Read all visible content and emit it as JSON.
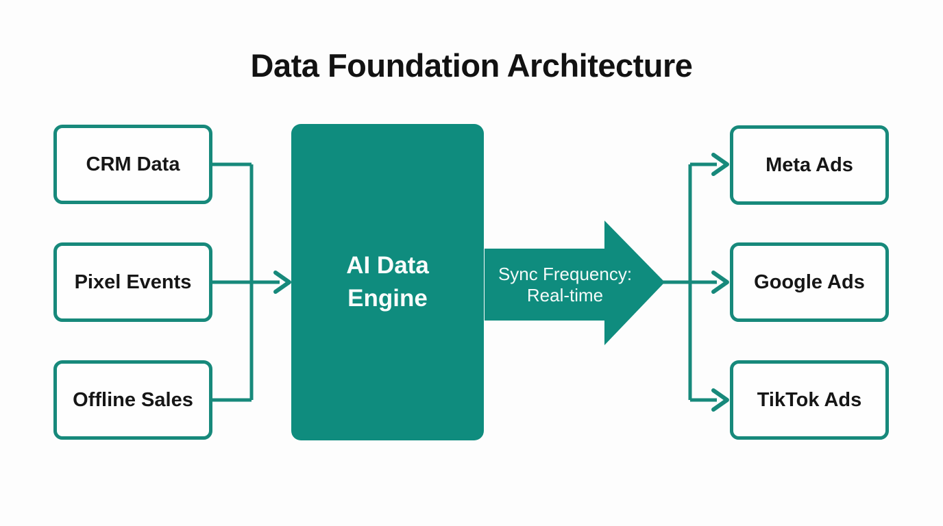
{
  "title": "Data Foundation Architecture",
  "colors": {
    "teal_fill": "#0F8C7E",
    "teal_line": "#17897B",
    "background": "#FDFDFD",
    "box_text": "#161616",
    "arrow_text": "#F4FAF9"
  },
  "sources": [
    {
      "label": "CRM Data"
    },
    {
      "label": "Pixel Events"
    },
    {
      "label": "Offline Sales"
    }
  ],
  "engine": {
    "label_lines": [
      "AI Data",
      "Engine"
    ]
  },
  "sync_arrow": {
    "label_lines": [
      "Sync Frequency:",
      "Real-time"
    ]
  },
  "destinations": [
    {
      "label": "Meta Ads"
    },
    {
      "label": "Google Ads"
    },
    {
      "label": "TikTok Ads"
    }
  ]
}
